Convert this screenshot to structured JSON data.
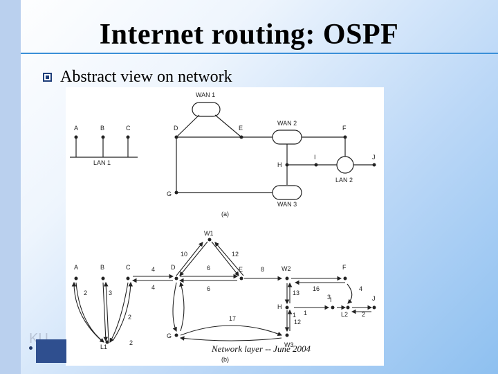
{
  "title": "Internet routing:  OSPF",
  "bullet": "Abstract view on network",
  "footer": "Network  layer  --  June 2004",
  "diagram_a": {
    "nodes": [
      "A",
      "B",
      "C",
      "D",
      "E",
      "F",
      "G",
      "H",
      "I",
      "J"
    ],
    "wan1": "WAN 1",
    "wan2": "WAN 2",
    "wan3": "WAN 3",
    "lan1": "LAN 1",
    "lan2": "LAN 2",
    "caption": "(a)"
  },
  "diagram_b": {
    "nodes": [
      "A",
      "B",
      "C",
      "D",
      "E",
      "F",
      "G",
      "H",
      "I",
      "J",
      "W1",
      "W2",
      "W3",
      "L1",
      "L2"
    ],
    "weights": [
      "10",
      "12",
      "4",
      "4",
      "6",
      "6",
      "8",
      "2",
      "3",
      "2",
      "16",
      "4",
      "13",
      "1",
      "3",
      "1",
      "12",
      "17",
      "2",
      "2"
    ],
    "caption": "(b)"
  },
  "colors": {
    "accent": "#3a8fd8",
    "bullet": "#1e3e7a"
  },
  "icons": [
    "bullet-square-icon"
  ]
}
